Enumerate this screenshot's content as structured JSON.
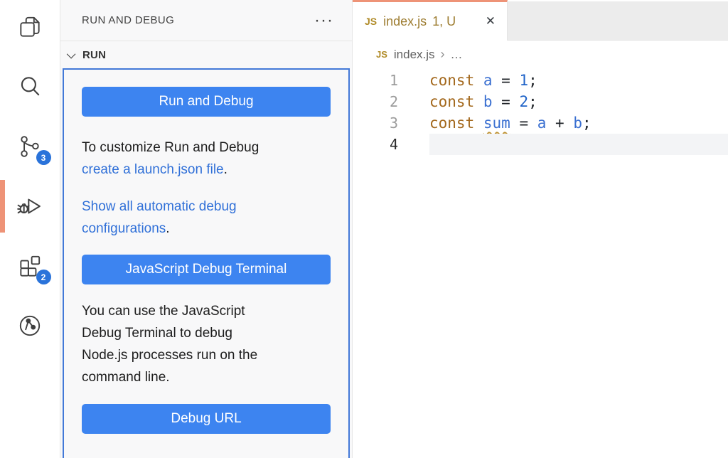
{
  "activity_bar": {
    "source_control_badge": "3",
    "extensions_badge": "2"
  },
  "sidebar": {
    "title": "RUN AND DEBUG",
    "more_actions": "···",
    "section_label": "RUN",
    "run_button": "Run and Debug",
    "customize_text": "To customize Run and Debug\n",
    "launch_link": "create a launch.json file",
    "launch_suffix": ".",
    "auto_debug_link": "Show all automatic debug\nconfigurations",
    "auto_debug_suffix": ".",
    "js_terminal_button": "JavaScript Debug Terminal",
    "terminal_text": "You can use the JavaScript\nDebug Terminal to debug\nNode.js processes run on the\ncommand line.",
    "debug_url_button": "Debug URL"
  },
  "editor": {
    "tab": {
      "icon": "JS",
      "title": "index.js",
      "decorations": "1, U",
      "close": "✕"
    },
    "breadcrumb": {
      "icon": "JS",
      "file": "index.js",
      "separator": "›",
      "rest": "…"
    },
    "code": {
      "lines": [
        {
          "num": "1",
          "active": false,
          "tokens": [
            {
              "t": "const ",
              "c": "kw"
            },
            {
              "t": "a",
              "c": "var"
            },
            {
              "t": " = ",
              "c": "plain"
            },
            {
              "t": "1",
              "c": "num"
            },
            {
              "t": ";",
              "c": "plain"
            }
          ]
        },
        {
          "num": "2",
          "active": false,
          "tokens": [
            {
              "t": "const ",
              "c": "kw"
            },
            {
              "t": "b",
              "c": "var"
            },
            {
              "t": " = ",
              "c": "plain"
            },
            {
              "t": "2",
              "c": "num"
            },
            {
              "t": ";",
              "c": "plain"
            }
          ]
        },
        {
          "num": "3",
          "active": false,
          "tokens": [
            {
              "t": "const ",
              "c": "kw"
            },
            {
              "t": "sum",
              "c": "var",
              "u": true
            },
            {
              "t": " = ",
              "c": "plain"
            },
            {
              "t": "a",
              "c": "var"
            },
            {
              "t": " + ",
              "c": "plain"
            },
            {
              "t": "b",
              "c": "var"
            },
            {
              "t": ";",
              "c": "plain"
            }
          ]
        },
        {
          "num": "4",
          "active": true,
          "tokens": []
        }
      ]
    }
  },
  "colors": {
    "button_blue": "#3d84f0",
    "focus_border_blue": "#4379d8",
    "link_blue": "#3070d8",
    "badge_blue": "#2a73da",
    "active_indicator_salmon": "#ee9377",
    "tab_modified_gold": "#9d7c30",
    "keyword_brown": "#a3681c",
    "variable_blue": "#3b70d1",
    "number_blue": "#1f63c8",
    "squiggle_gold": "#bf9233",
    "current_line_bg": "#f3f4f6"
  }
}
